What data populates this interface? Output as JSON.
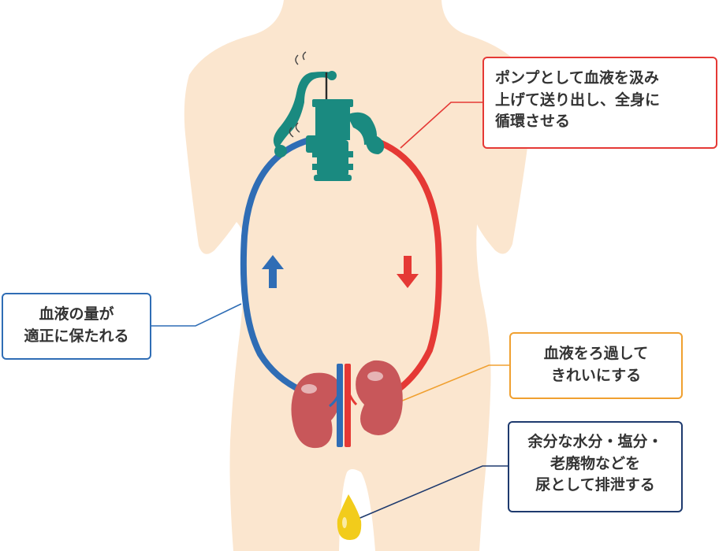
{
  "colors": {
    "skin": "#fbe6cf",
    "vein": "#2f6db5",
    "artery": "#e53935",
    "pump": "#1a8a80",
    "kidney": "#c8575a",
    "urine": "#f2cc1b",
    "callout_red": "#e53935",
    "callout_blue": "#2f6db5",
    "callout_orange": "#f0a030",
    "callout_navy": "#1e3a6e"
  },
  "callouts": {
    "pump": {
      "lines": [
        "ポンプとして血液を汲み",
        "上げて送り出し、全身に",
        "循環させる"
      ]
    },
    "volume": {
      "lines": [
        "血液の量が",
        "適正に保たれる"
      ]
    },
    "filter": {
      "lines": [
        "血液をろ過して",
        "きれいにする"
      ]
    },
    "urine": {
      "lines": [
        "余分な水分・塩分・",
        "老廃物などを",
        "尿として排泄する"
      ]
    }
  },
  "icons": [
    "hand-pump-icon",
    "up-arrow-icon",
    "down-arrow-icon",
    "kidney-icon",
    "urine-drop-icon"
  ]
}
